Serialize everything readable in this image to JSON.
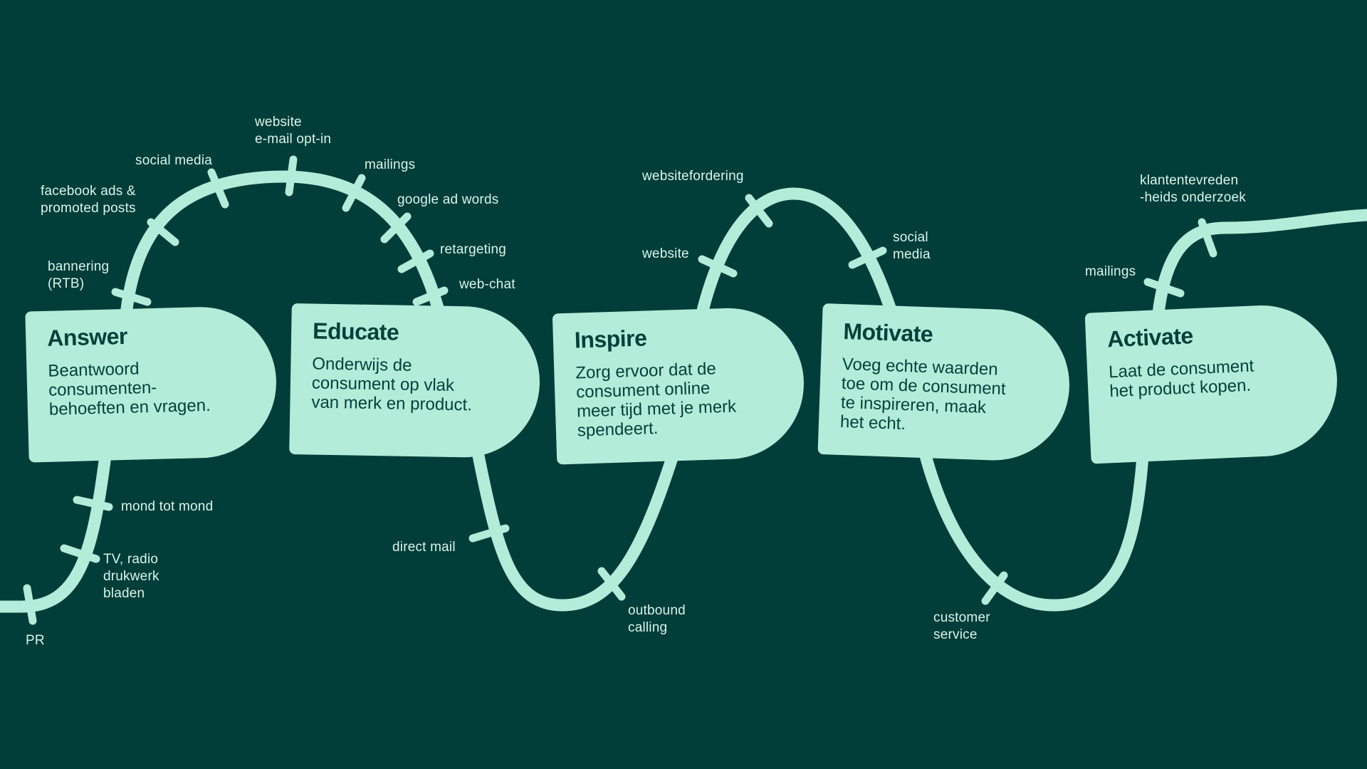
{
  "colors": {
    "background": "#013d39",
    "track": "#b3ecd9",
    "card": "#b3ecd9",
    "card_text": "#04413b",
    "label_text": "#d9f5ea"
  },
  "stages": [
    {
      "title": "Answer",
      "text": "Beantwoord\nconsumenten-\nbehoeften en vragen."
    },
    {
      "title": "Educate",
      "text": "Onderwijs de\nconsument op vlak\nvan merk en product."
    },
    {
      "title": "Inspire",
      "text": "Zorg ervoor dat de\nconsument online\nmeer tijd met je merk\nspendeert."
    },
    {
      "title": "Motivate",
      "text": "Voeg echte waarden\ntoe om de consument\nte inspireren, maak\nhet echt."
    },
    {
      "title": "Activate",
      "text": "Laat de consument\nhet product kopen."
    }
  ],
  "channels": [
    "PR",
    "TV, radio\ndrukwerk\nbladen",
    "mond tot mond",
    "bannering\n(RTB)",
    "facebook ads &\npromoted posts",
    "social media",
    "website\ne-mail opt-in",
    "mailings",
    "google ad words",
    "retargeting",
    "web-chat",
    "direct mail",
    "outbound\ncalling",
    "website",
    "websitefordering",
    "social\nmedia",
    "customer\nservice",
    "mailings",
    "klantentevreden\n-heids onderzoek"
  ]
}
